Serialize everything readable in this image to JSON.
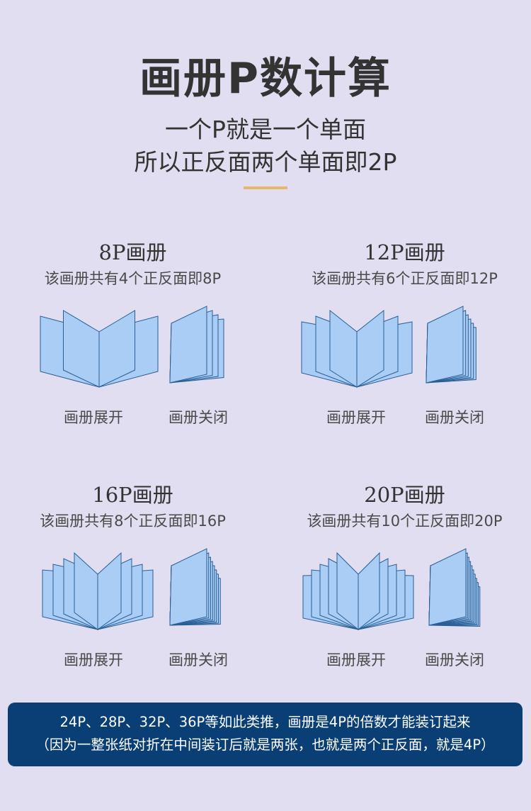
{
  "header": {
    "title": "画册P数计算",
    "subtitle_lines": [
      "一个P就是一个单面",
      "所以正反面两个单面即2P"
    ],
    "accent_color": "#e6b86a"
  },
  "colors": {
    "background": "#e0def0",
    "page_fill": "#a9cdf5",
    "page_stroke": "#2b5f95",
    "note_bg": "#0a3f75"
  },
  "cards": [
    {
      "title": "8P画册",
      "desc": "该画册共有4个正反面即8P",
      "open_label": "画册展开",
      "closed_label": "画册关闭",
      "sheets": 2
    },
    {
      "title": "12P画册",
      "desc": "该画册共有6个正反面即12P",
      "open_label": "画册展开",
      "closed_label": "画册关闭",
      "sheets": 3
    },
    {
      "title": "16P画册",
      "desc": "该画册共有8个正反面即16P",
      "open_label": "画册展开",
      "closed_label": "画册关闭",
      "sheets": 4
    },
    {
      "title": "20P画册",
      "desc": "该画册共有10个正反面即20P",
      "open_label": "画册展开",
      "closed_label": "画册关闭",
      "sheets": 5
    }
  ],
  "note": {
    "line1": "24P、28P、32P、36P等如此类推，画册是4P的倍数才能装订起来",
    "line2": "（因为一整张纸对折在中间装订后就是两张，也就是两个正反面，就是4P）"
  }
}
